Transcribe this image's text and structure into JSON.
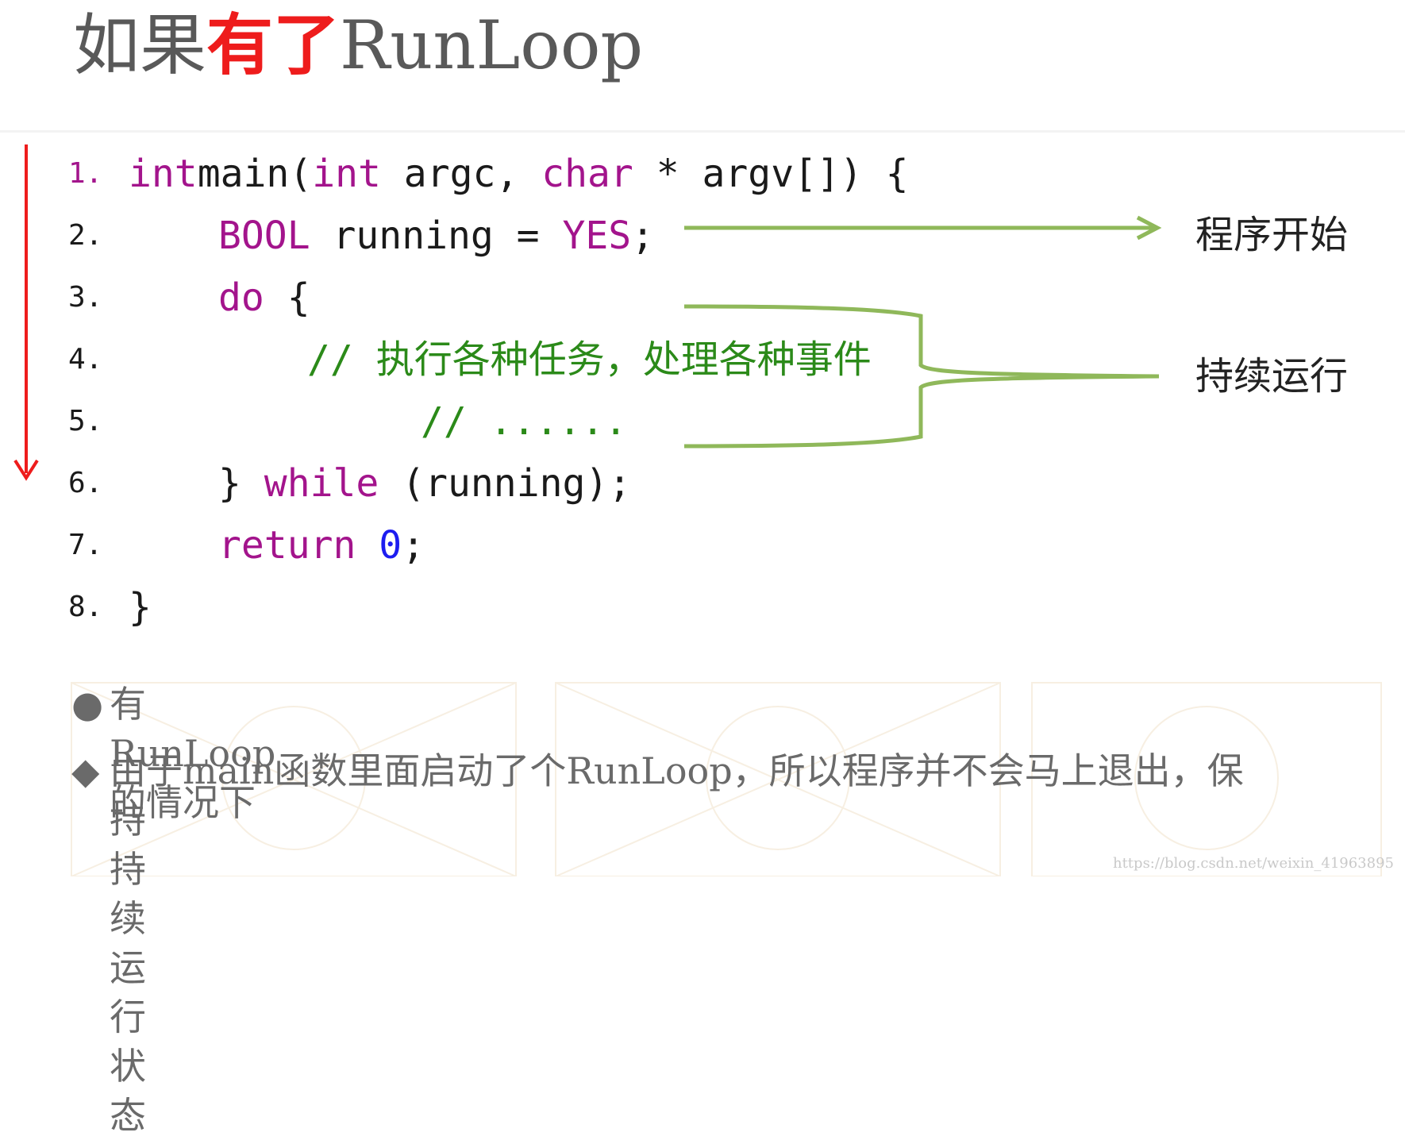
{
  "slide": {
    "title_part1": "如果",
    "title_highlight": "有了",
    "title_part2": "RunLoop"
  },
  "code": {
    "lines": [
      {
        "num": "1.",
        "segments": [
          [
            "kw",
            "int"
          ],
          [
            "",
            "main("
          ],
          [
            "kw",
            "int"
          ],
          [
            "",
            " argc, "
          ],
          [
            "kw",
            "char"
          ],
          [
            "",
            " * argv[]) {"
          ]
        ]
      },
      {
        "num": "2.",
        "segments": [
          [
            "kw",
            "BOOL"
          ],
          [
            "",
            " running = "
          ],
          [
            "kw",
            "YES"
          ],
          [
            "",
            ";"
          ]
        ]
      },
      {
        "num": "3.",
        "segments": [
          [
            "kw",
            "do"
          ],
          [
            "",
            " {"
          ]
        ]
      },
      {
        "num": "4.",
        "segments": [
          [
            "cm",
            "// 执行各种任务，处理各种事件"
          ]
        ]
      },
      {
        "num": "5.",
        "segments": [
          [
            "cm",
            "// ......"
          ]
        ]
      },
      {
        "num": "6.",
        "segments": [
          [
            "",
            "} "
          ],
          [
            "kw",
            "while"
          ],
          [
            "",
            " (running);"
          ]
        ]
      },
      {
        "num": "7.",
        "segments": [
          [
            "kw",
            "return"
          ],
          [
            "",
            " "
          ],
          [
            "num",
            "0"
          ],
          [
            "",
            ";"
          ]
        ]
      },
      {
        "num": "8.",
        "segments": [
          [
            "",
            "}"
          ]
        ]
      }
    ]
  },
  "annotations": {
    "start": "程序开始",
    "running": "持续运行"
  },
  "bullets": [
    {
      "mark": "●",
      "text": "有RunLoop的情况下"
    },
    {
      "mark": "◆",
      "text_line1": "由于main函数里面启动了个RunLoop，所以程序并不会马上退出，保",
      "text_line2": "持持续运行状态"
    }
  ],
  "watermark": "https://blog.csdn.net/weixin_41963895",
  "colors": {
    "title_highlight": "#ee1c1c",
    "keyword": "#a3148c",
    "comment": "#2b8a19",
    "number": "#1d1df0",
    "arrow_red": "#ee1c1c",
    "bracket_green": "#8fb85a"
  }
}
